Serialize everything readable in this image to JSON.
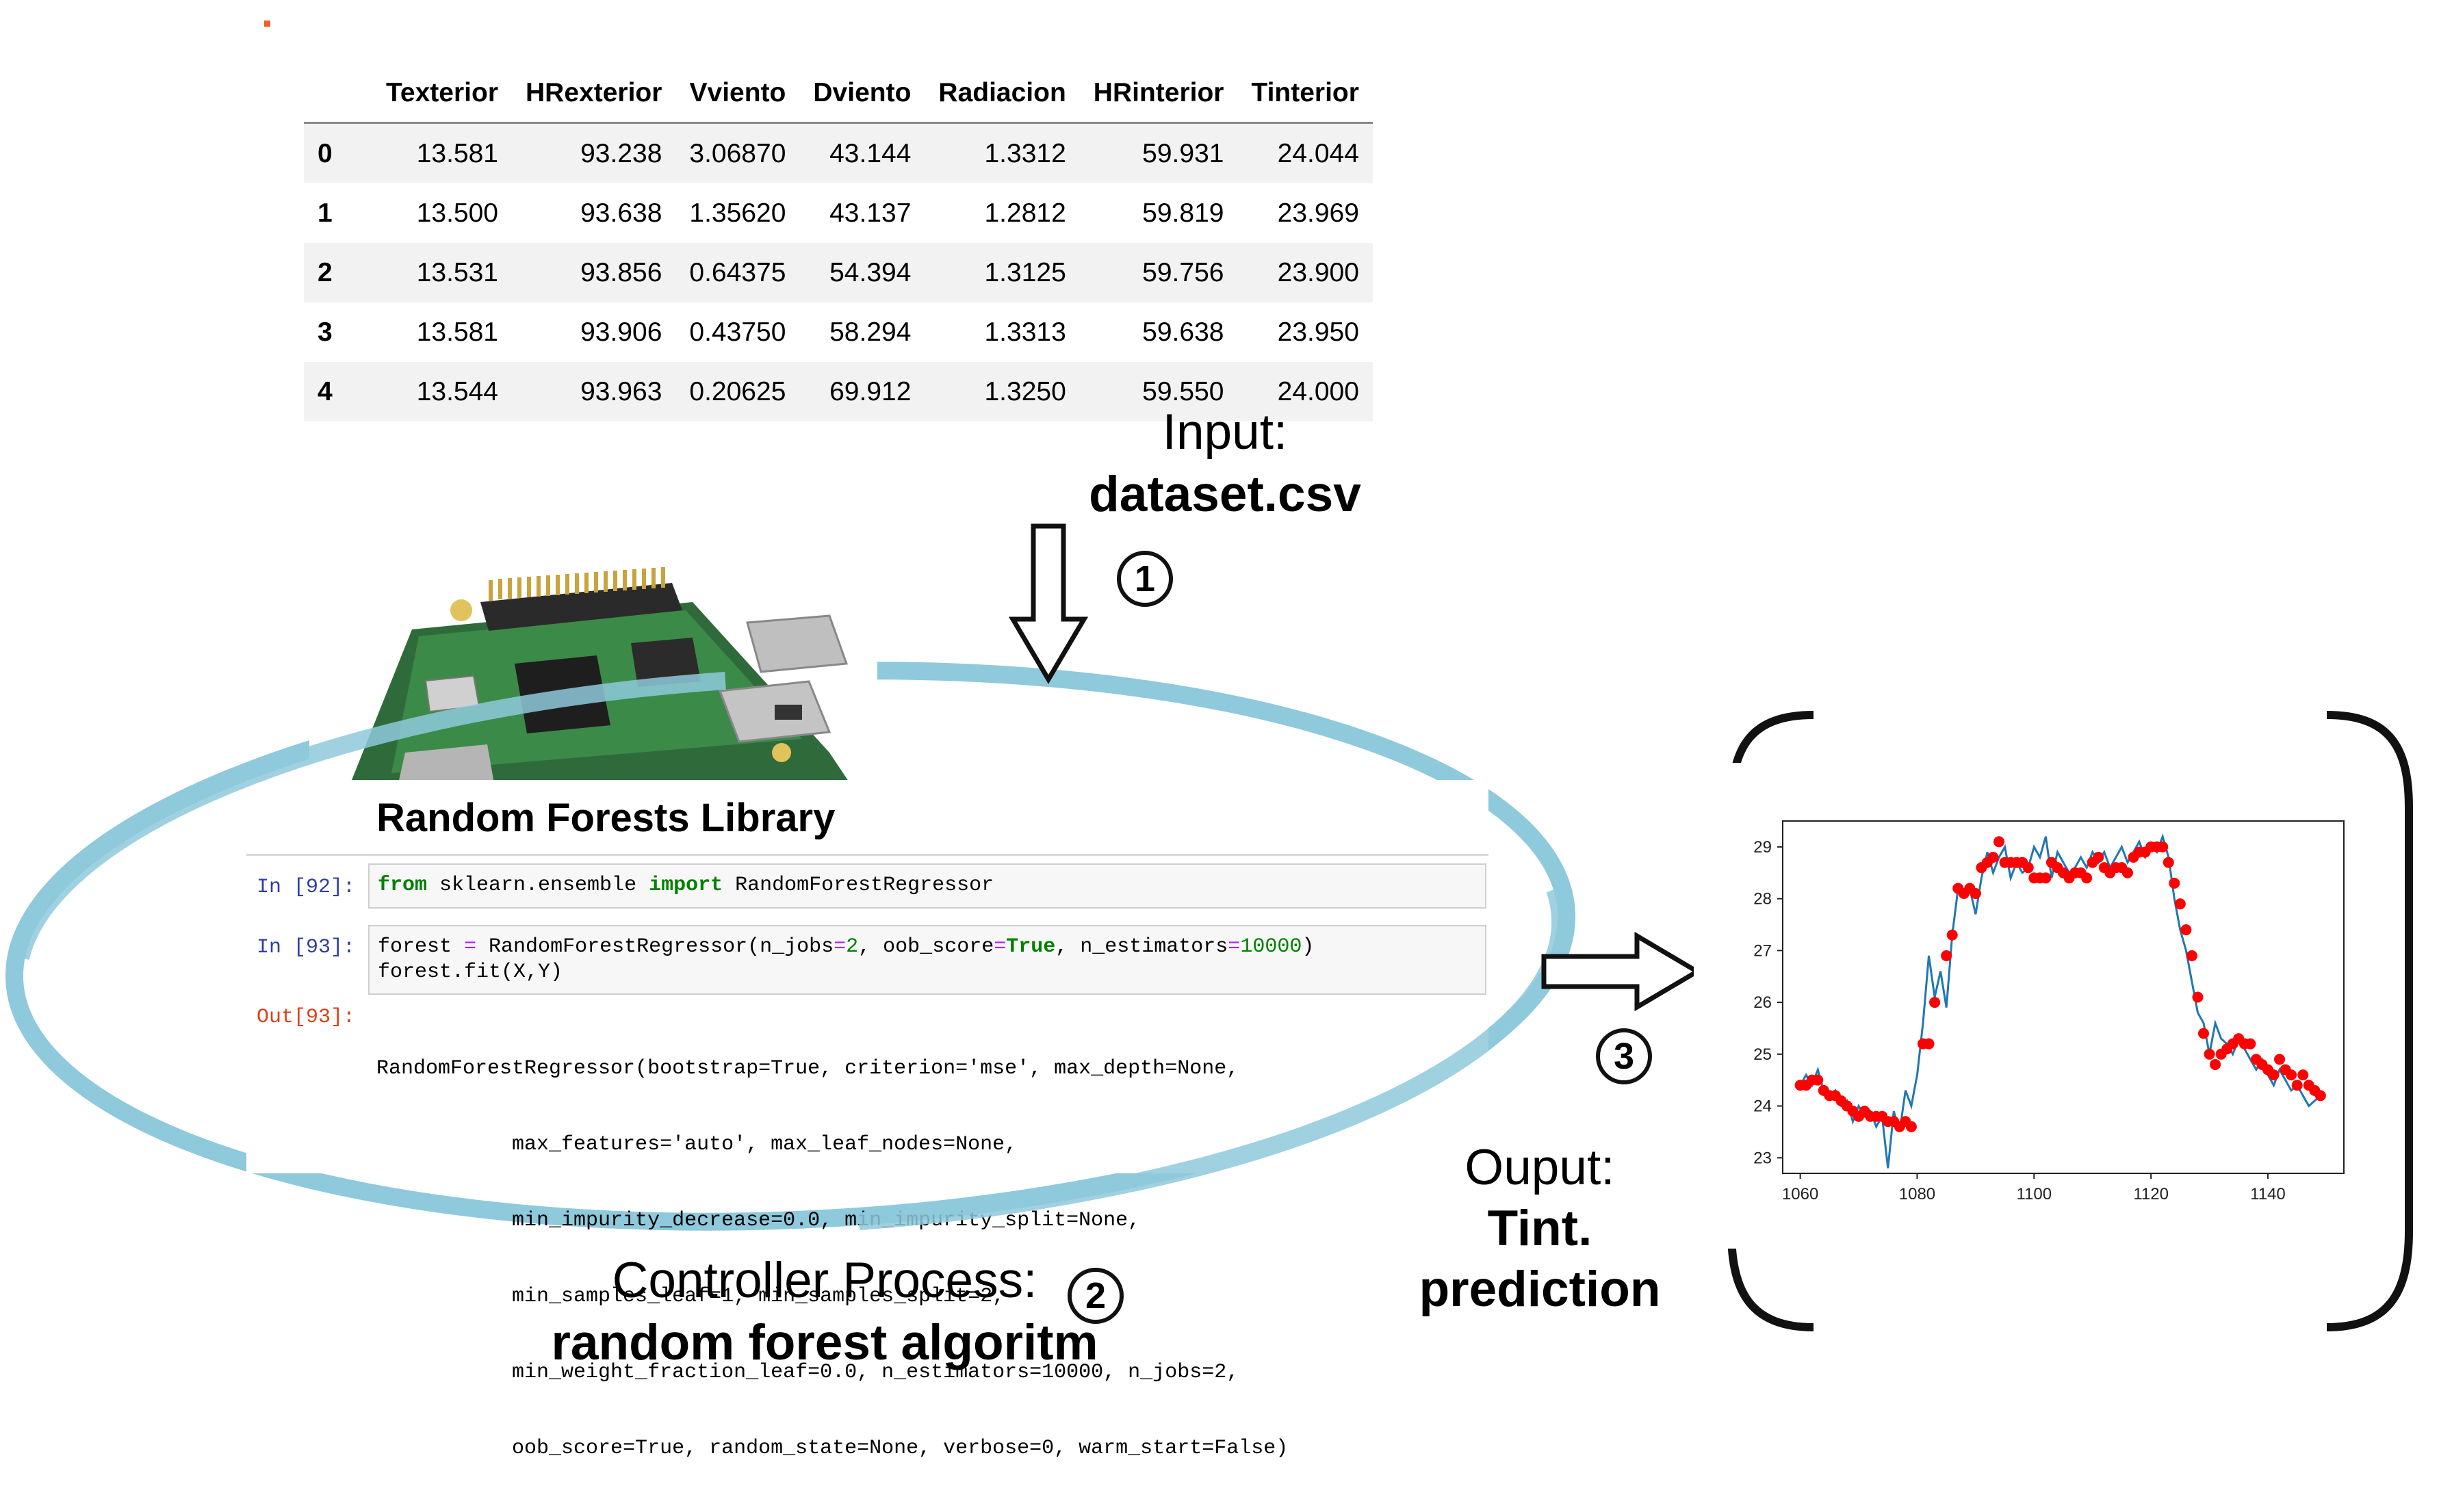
{
  "table": {
    "columns": [
      "",
      "Texterior",
      "HRexterior",
      "Vviento",
      "Dviento",
      "Radiacion",
      "HRinterior",
      "Tinterior"
    ],
    "rows": [
      [
        "0",
        "13.581",
        "93.238",
        "3.06870",
        "43.144",
        "1.3312",
        "59.931",
        "24.044"
      ],
      [
        "1",
        "13.500",
        "93.638",
        "1.35620",
        "43.137",
        "1.2812",
        "59.819",
        "23.969"
      ],
      [
        "2",
        "13.531",
        "93.856",
        "0.64375",
        "54.394",
        "1.3125",
        "59.756",
        "23.900"
      ],
      [
        "3",
        "13.581",
        "93.906",
        "0.43750",
        "58.294",
        "1.3313",
        "59.638",
        "23.950"
      ],
      [
        "4",
        "13.544",
        "93.963",
        "0.20625",
        "69.912",
        "1.3250",
        "59.550",
        "24.000"
      ]
    ]
  },
  "input_label": {
    "line1": "Input:",
    "line2": "dataset.csv"
  },
  "steps": {
    "one": "1",
    "two": "2",
    "three": "3"
  },
  "notebook": {
    "title": "Random Forests Library",
    "cell1_prompt": "In [92]:",
    "cell2_prompt": "In [93]:",
    "out_prompt": "Out[93]:",
    "cell1_code": [
      "from",
      " sklearn.ensemble ",
      "import",
      " RandomForestRegressor"
    ],
    "cell2_line1": [
      "forest ",
      "=",
      " RandomForestRegressor(n_jobs",
      "=",
      "2",
      ", oob_score",
      "=",
      "True",
      ", n_estimators",
      "=",
      "10000",
      ")"
    ],
    "cell2_line2": "forest.fit(X,Y)",
    "output_lines": [
      "RandomForestRegressor(bootstrap=True, criterion='mse', max_depth=None,",
      "           max_features='auto', max_leaf_nodes=None,",
      "           min_impurity_decrease=0.0, min_impurity_split=None,",
      "           min_samples_leaf=1, min_samples_split=2,",
      "           min_weight_fraction_leaf=0.0, n_estimators=10000, n_jobs=2,",
      "           oob_score=True, random_state=None, verbose=0, warm_start=False)"
    ]
  },
  "controller_label": {
    "line1": "Controller Process:",
    "line2": "random forest algoritm"
  },
  "output_label": {
    "line1": "Ouput:",
    "line2": "Tint.",
    "line3": "prediction"
  },
  "colors": {
    "ellipse": "#8ec9dc",
    "line": "#1f77b4",
    "points": "#ff0000"
  },
  "chart_data": {
    "type": "scatter",
    "xlim": [
      1057,
      1153
    ],
    "ylim": [
      22.7,
      29.5
    ],
    "xticks": [
      1060,
      1080,
      1100,
      1120,
      1140
    ],
    "yticks": [
      23,
      24,
      25,
      26,
      27,
      28,
      29
    ],
    "line_series": {
      "x": [
        1060,
        1061,
        1062,
        1063,
        1064,
        1065,
        1066,
        1067,
        1068,
        1069,
        1070,
        1071,
        1072,
        1073,
        1074,
        1075,
        1076,
        1077,
        1078,
        1079,
        1080,
        1081,
        1082,
        1083,
        1084,
        1085,
        1086,
        1087,
        1088,
        1089,
        1090,
        1091,
        1092,
        1093,
        1094,
        1095,
        1096,
        1097,
        1098,
        1099,
        1100,
        1101,
        1102,
        1103,
        1104,
        1105,
        1106,
        1107,
        1108,
        1109,
        1110,
        1111,
        1112,
        1113,
        1114,
        1115,
        1116,
        1117,
        1118,
        1119,
        1120,
        1121,
        1122,
        1123,
        1124,
        1125,
        1126,
        1127,
        1128,
        1129,
        1130,
        1131,
        1132,
        1133,
        1134,
        1135,
        1136,
        1137,
        1138,
        1139,
        1140,
        1141,
        1142,
        1143,
        1144,
        1145,
        1146,
        1147,
        1148,
        1149
      ],
      "y": [
        24.4,
        24.6,
        24.4,
        24.7,
        24.3,
        24.2,
        24.3,
        24.0,
        24.1,
        23.7,
        24.0,
        23.8,
        23.9,
        23.6,
        23.8,
        22.8,
        23.9,
        23.5,
        24.3,
        24.0,
        24.6,
        25.6,
        26.9,
        26.1,
        26.6,
        25.9,
        27.3,
        28.2,
        28.1,
        28.2,
        27.7,
        28.4,
        28.9,
        28.5,
        28.8,
        29.0,
        28.4,
        28.7,
        28.5,
        28.6,
        29.0,
        28.8,
        29.2,
        28.4,
        28.9,
        28.7,
        28.5,
        28.6,
        28.8,
        28.6,
        28.9,
        28.7,
        28.9,
        28.6,
        28.8,
        29.0,
        28.7,
        28.9,
        29.1,
        28.8,
        29.0,
        28.9,
        29.2,
        28.8,
        28.0,
        27.4,
        27.0,
        26.4,
        25.8,
        25.6,
        25.0,
        25.6,
        25.3,
        25.2,
        25.0,
        25.3,
        25.1,
        24.9,
        24.7,
        24.9,
        24.6,
        24.4,
        24.7,
        24.5,
        24.3,
        24.4,
        24.2,
        24.0,
        24.1,
        24.2
      ]
    },
    "point_series": {
      "x": [
        1060,
        1061,
        1062,
        1063,
        1064,
        1065,
        1066,
        1067,
        1068,
        1069,
        1070,
        1071,
        1072,
        1073,
        1074,
        1075,
        1076,
        1077,
        1078,
        1079,
        1081,
        1082,
        1083,
        1085,
        1086,
        1087,
        1088,
        1089,
        1090,
        1091,
        1092,
        1093,
        1094,
        1095,
        1096,
        1097,
        1098,
        1099,
        1100,
        1101,
        1102,
        1103,
        1104,
        1105,
        1106,
        1107,
        1108,
        1109,
        1110,
        1111,
        1112,
        1113,
        1114,
        1115,
        1116,
        1117,
        1118,
        1119,
        1120,
        1121,
        1122,
        1123,
        1124,
        1125,
        1126,
        1127,
        1128,
        1129,
        1130,
        1131,
        1132,
        1133,
        1134,
        1135,
        1136,
        1137,
        1138,
        1139,
        1140,
        1141,
        1142,
        1143,
        1144,
        1145,
        1146,
        1147,
        1148,
        1149
      ],
      "y": [
        24.4,
        24.4,
        24.5,
        24.5,
        24.3,
        24.2,
        24.2,
        24.1,
        24.0,
        23.9,
        23.8,
        23.9,
        23.8,
        23.8,
        23.8,
        23.7,
        23.7,
        23.6,
        23.7,
        23.6,
        25.2,
        25.2,
        26.0,
        26.9,
        27.3,
        28.2,
        28.1,
        28.2,
        28.1,
        28.6,
        28.7,
        28.8,
        29.1,
        28.7,
        28.7,
        28.7,
        28.7,
        28.6,
        28.4,
        28.4,
        28.4,
        28.7,
        28.6,
        28.5,
        28.4,
        28.5,
        28.5,
        28.4,
        28.7,
        28.8,
        28.6,
        28.5,
        28.6,
        28.6,
        28.5,
        28.8,
        28.9,
        28.9,
        29.0,
        29.0,
        29.0,
        28.7,
        28.3,
        27.9,
        27.4,
        26.9,
        26.1,
        25.4,
        25.0,
        24.8,
        25.0,
        25.1,
        25.2,
        25.3,
        25.2,
        25.2,
        24.9,
        24.8,
        24.7,
        24.6,
        24.9,
        24.7,
        24.6,
        24.4,
        24.6,
        24.4,
        24.3,
        24.2
      ]
    }
  }
}
